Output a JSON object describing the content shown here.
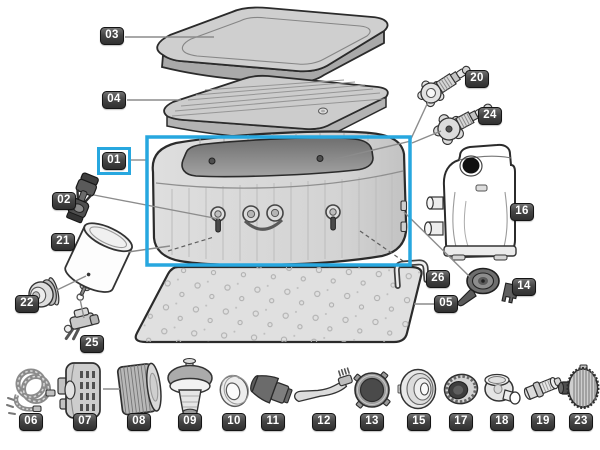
{
  "diagram": {
    "title": "Inflatable spa exploded parts diagram",
    "selected_part": "01",
    "colors": {
      "highlight": "#27A7DF",
      "label_bg": "#3A3A3A",
      "label_text": "#FFFFFF",
      "leader_line": "#8C8C8C",
      "background": "#FFFFFF",
      "line_art": "#2B2B2B"
    },
    "parts": [
      {
        "id": "01",
        "label": "01",
        "name": "spa-tub",
        "selected": true
      },
      {
        "id": "02",
        "label": "02",
        "name": "strap-buckle"
      },
      {
        "id": "03",
        "label": "03",
        "name": "spa-cover-lid"
      },
      {
        "id": "04",
        "label": "04",
        "name": "inflatable-cover-bladder"
      },
      {
        "id": "05",
        "label": "05",
        "name": "ground-mat"
      },
      {
        "id": "06",
        "label": "06",
        "name": "inflation-hose"
      },
      {
        "id": "07",
        "label": "07",
        "name": "filter-housing"
      },
      {
        "id": "08",
        "label": "08",
        "name": "filter-cartridge"
      },
      {
        "id": "09",
        "label": "09",
        "name": "floating-chemical-dispenser"
      },
      {
        "id": "10",
        "label": "10",
        "name": "sealing-ring"
      },
      {
        "id": "11",
        "label": "11",
        "name": "hose-nozzle-adapter"
      },
      {
        "id": "12",
        "label": "12",
        "name": "cleaning-brush"
      },
      {
        "id": "13",
        "label": "13",
        "name": "gasket-ring"
      },
      {
        "id": "14",
        "label": "14",
        "name": "check-valve"
      },
      {
        "id": "15",
        "label": "15",
        "name": "jet-cover"
      },
      {
        "id": "16",
        "label": "16",
        "name": "pump-unit"
      },
      {
        "id": "17",
        "label": "17",
        "name": "threaded-collar-nut"
      },
      {
        "id": "18",
        "label": "18",
        "name": "elbow-fitting"
      },
      {
        "id": "19",
        "label": "19",
        "name": "inline-connector"
      },
      {
        "id": "20",
        "label": "20",
        "name": "screw-valve-a"
      },
      {
        "id": "21",
        "label": "21",
        "name": "dispenser-cylinder"
      },
      {
        "id": "22",
        "label": "22",
        "name": "inflation-valve"
      },
      {
        "id": "23",
        "label": "23",
        "name": "ribbed-knob"
      },
      {
        "id": "24",
        "label": "24",
        "name": "screw-valve-b"
      },
      {
        "id": "25",
        "label": "25",
        "name": "hose-clip"
      },
      {
        "id": "26",
        "label": "26",
        "name": "u-shaped-clip"
      }
    ]
  }
}
